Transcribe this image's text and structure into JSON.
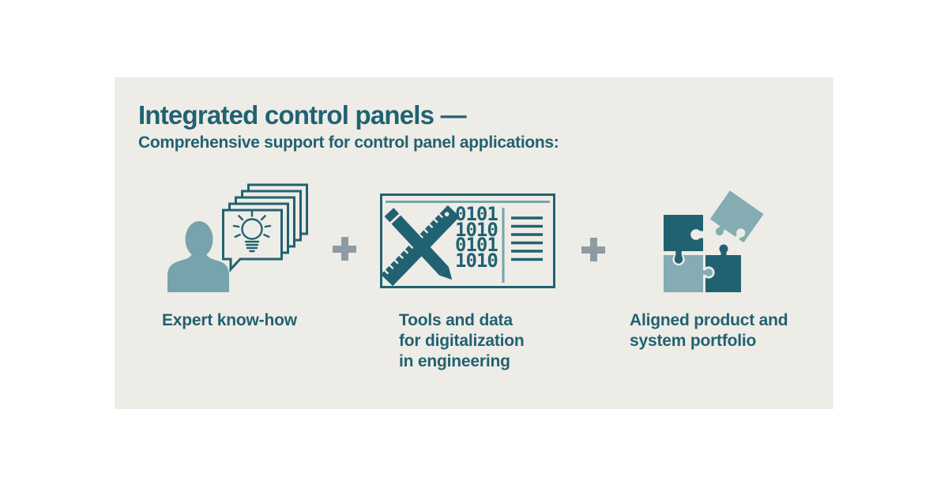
{
  "header": {
    "title": "Integrated control panels —",
    "subtitle": "Comprehensive support for control panel applications:"
  },
  "plus_separator": "+",
  "colors": {
    "dark_teal": "#216272",
    "person_teal": "#76a4ac",
    "puzzle_light_teal": "#84acb2",
    "plus_gray": "#8d9ba5",
    "panel_background": "#eeece6",
    "page_background": "#ffffff"
  },
  "items": [
    {
      "name": "expert-know-how",
      "icon": "person-speech-bubbles-lightbulb-icon",
      "label_lines": [
        "Expert know-how"
      ]
    },
    {
      "name": "tools-and-data",
      "icon": "ruler-pencil-binary-document-icon",
      "binary_lines": [
        "0101",
        "1010",
        "0101",
        "1010"
      ],
      "label_lines": [
        "Tools and data",
        "for digitalization",
        "in engineering"
      ]
    },
    {
      "name": "aligned-portfolio",
      "icon": "puzzle-pieces-icon",
      "label_lines": [
        "Aligned product and",
        "system portfolio"
      ]
    }
  ]
}
